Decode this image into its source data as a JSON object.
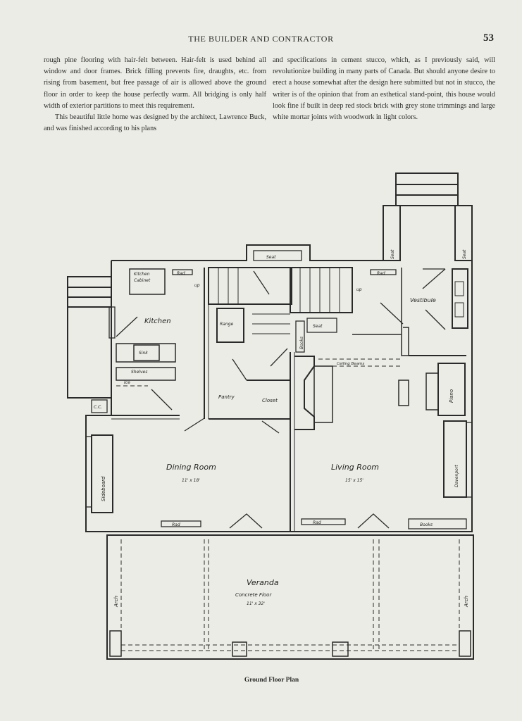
{
  "header": {
    "title": "THE BUILDER AND CONTRACTOR",
    "page_number": "53"
  },
  "article": {
    "left_column": [
      "rough pine flooring with hair-felt between. Hair-felt is used behind all window and door frames. Brick filling prevents fire, draughts, etc. from rising from basement, but free passage of air is allowed above the ground floor in order to keep the house perfectly warm. All bridging is only half width of exterior partitions to meet this requirement.",
      "This beautiful little home was designed by the architect, Lawrence Buck, and was finished according to his plans"
    ],
    "right_column": [
      "and specifications in cement stucco, which, as I previously said, will revolutionize building in many parts of Canada. But should anyone desire to erect a house somewhat after the design here submitted but not in stucco, the writer is of the opinion that from an esthetical stand-point, this house would look fine if built in deep red stock brick with grey stone trimmings and large white mortar joints with woodwork in light colors."
    ]
  },
  "floor_plan": {
    "rooms": {
      "kitchen": "Kitchen",
      "kitchen_cabinet_1": "Kitchen",
      "kitchen_cabinet_2": "Cabinet",
      "sink": "Sink",
      "shelves": "Shelves",
      "ice": "Ice",
      "cc": "C.C.",
      "range": "Range",
      "pantry": "Pantry",
      "closet": "Closet",
      "dining_room": "Dining Room",
      "dining_size": "11' x 18'",
      "living_room": "Living Room",
      "living_size": "15' x 15'",
      "vestibule": "Vestibule",
      "veranda": "Veranda",
      "veranda_floor": "Concrete Floor",
      "veranda_size": "11' x 32'"
    },
    "fixtures": {
      "seat_top": "Seat",
      "seat_left": "Seat",
      "seat_right": "Seat",
      "seat_stair": "Seat",
      "books_stair": "Books",
      "books_living": "Books",
      "rad_kitchen": "Rad",
      "rad_hall": "Rad",
      "rad_dining": "Rad",
      "rad_living": "Rad",
      "ceiling_beams": "Ceiling Beams",
      "piano": "Piano",
      "davenport": "Davenport",
      "sideboard": "Sideboard",
      "arch_left": "Arch",
      "arch_right": "Arch",
      "up_1": "up",
      "up_2": "up"
    },
    "caption": "Ground Floor Plan"
  }
}
